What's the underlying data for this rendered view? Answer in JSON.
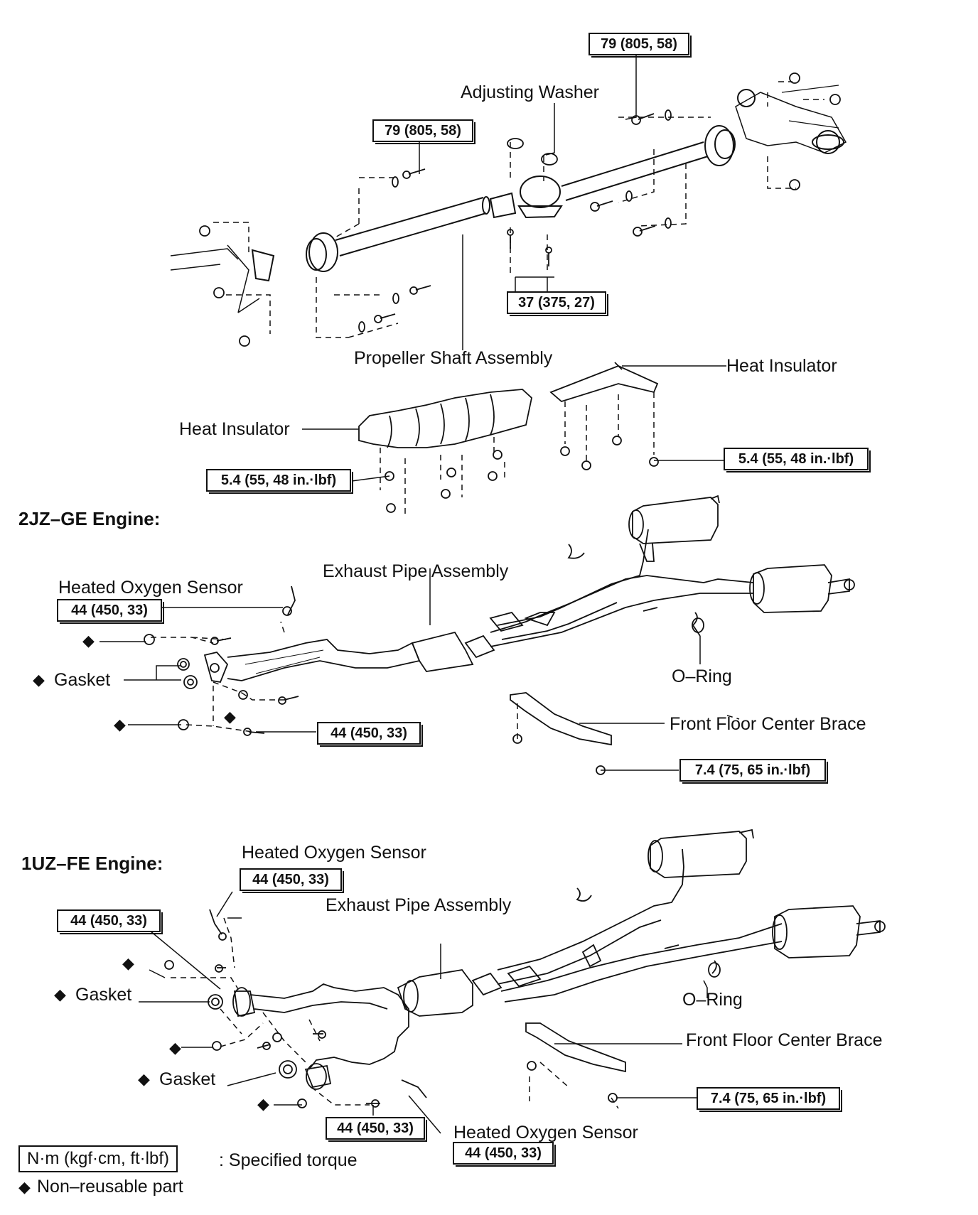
{
  "labels": {
    "adjusting_washer": "Adjusting Washer",
    "propeller_shaft": "Propeller Shaft Assembly",
    "heat_insulator_right": "Heat Insulator",
    "heat_insulator_left": "Heat Insulator",
    "section_2jz": "2JZ–GE Engine:",
    "section_1uz": "1UZ–FE Engine:",
    "exhaust_pipe_2jz": "Exhaust Pipe Assembly",
    "heated_o2_2jz": "Heated Oxygen Sensor",
    "gasket_2jz": "Gasket",
    "o_ring_2jz": "O–Ring",
    "brace_2jz": "Front Floor Center Brace",
    "heated_o2_1uz_top": "Heated Oxygen Sensor",
    "exhaust_pipe_1uz": "Exhaust Pipe Assembly",
    "gasket_1uz_a": "Gasket",
    "gasket_1uz_b": "Gasket",
    "o_ring_1uz": "O–Ring",
    "brace_1uz": "Front Floor Center Brace",
    "heated_o2_1uz_bottom": "Heated Oxygen Sensor"
  },
  "torques": {
    "t_79_top": "79 (805, 58)",
    "t_79_mid": "79 (805, 58)",
    "t_37": "37 (375, 27)",
    "t_54_left": "5.4 (55, 48 in.·lbf)",
    "t_54_right": "5.4 (55, 48 in.·lbf)",
    "t_44_2jz_sensor": "44 (450, 33)",
    "t_44_2jz_flange": "44 (450, 33)",
    "t_74_2jz": "7.4 (75, 65 in.·lbf)",
    "t_44_1uz_sensor_top": "44 (450, 33)",
    "t_44_1uz_left": "44 (450, 33)",
    "t_44_1uz_flange": "44 (450, 33)",
    "t_44_1uz_sensor_bottom": "44 (450, 33)",
    "t_74_1uz": "7.4 (75, 65 in.·lbf)"
  },
  "legend": {
    "unit_box": "N·m (kgf·cm, ft·lbf)",
    "unit_desc": ": Specified torque",
    "nonreusable": "Non–reusable part",
    "diamond": "◆"
  },
  "colors": {
    "ink": "#111111",
    "paper": "#ffffff"
  }
}
